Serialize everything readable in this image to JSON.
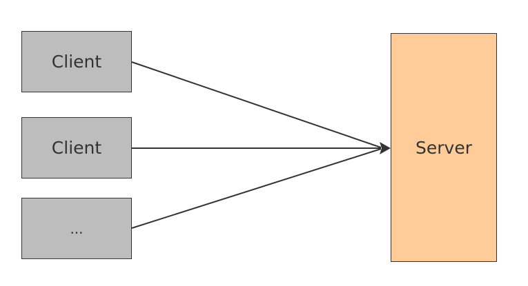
{
  "diagram": {
    "clients": [
      {
        "label": "Client"
      },
      {
        "label": "Client"
      },
      {
        "label": "..."
      }
    ],
    "server": {
      "label": "Server"
    },
    "colors": {
      "client_fill": "#bdbdbd",
      "server_fill": "#ffcc99",
      "stroke": "#333333",
      "text": "#333333"
    }
  }
}
